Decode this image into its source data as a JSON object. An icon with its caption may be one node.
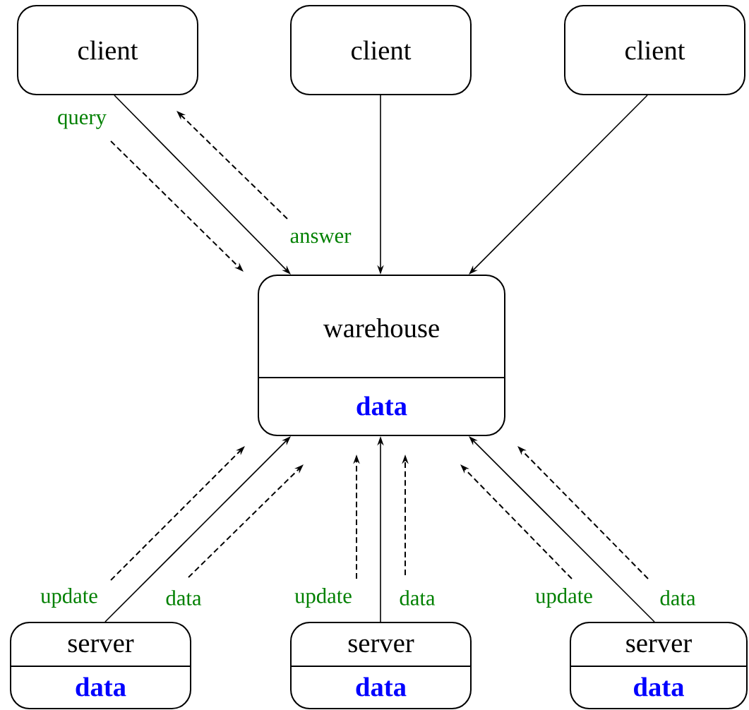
{
  "diagram": {
    "nodes": [
      {
        "text": [
          "client"
        ]
      },
      {
        "text": [
          "client"
        ]
      },
      {
        "text": [
          "client"
        ]
      },
      {
        "text": [
          "warehouse",
          "data"
        ]
      },
      {
        "text": [
          "server",
          "data"
        ]
      },
      {
        "text": [
          "server",
          "data"
        ]
      },
      {
        "text": [
          "server",
          "data"
        ]
      }
    ],
    "edges": [
      {
        "from": 0,
        "to": 3,
        "arrow": "to"
      },
      {
        "from": 1,
        "to": 3,
        "arrow": "to"
      },
      {
        "from": 2,
        "to": 3,
        "arrow": "to"
      },
      {
        "from": 4,
        "to": 3,
        "arrow": "to"
      },
      {
        "from": 5,
        "to": 3,
        "arrow": "to"
      },
      {
        "from": 6,
        "to": 3,
        "arrow": "to"
      }
    ],
    "labels": [
      "query",
      "answer",
      "update",
      "data",
      "update",
      "data",
      "update",
      "data"
    ]
  }
}
